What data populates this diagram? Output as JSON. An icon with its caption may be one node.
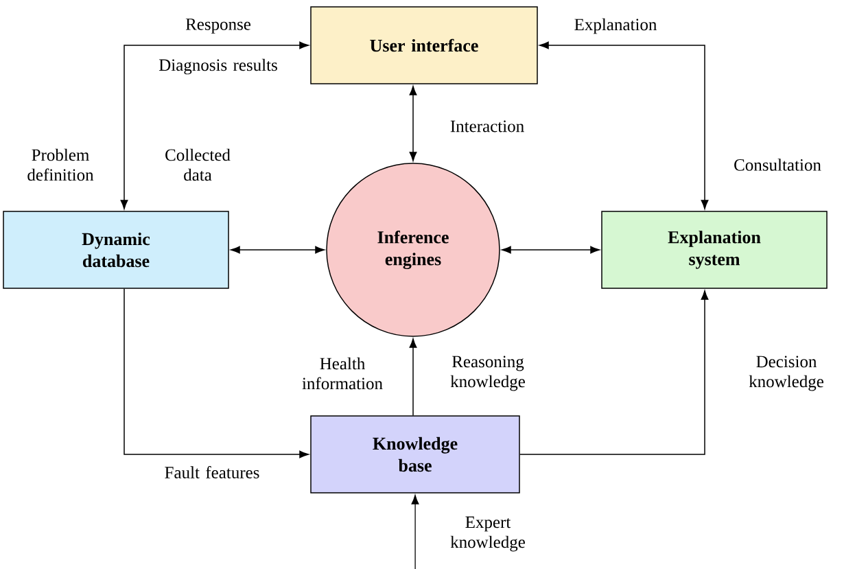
{
  "diagram": {
    "nodes": [
      {
        "text": [
          "User interface"
        ]
      },
      {
        "text": [
          "Dynamic database"
        ]
      },
      {
        "text": [
          "Inference engines"
        ]
      },
      {
        "text": [
          "Explanation system"
        ]
      },
      {
        "text": [
          "Knowledge base"
        ]
      }
    ],
    "edges": [
      {
        "from": 1,
        "to": 0,
        "arrow": "both"
      },
      {
        "from": 0,
        "to": 2,
        "arrow": "both"
      },
      {
        "from": 0,
        "to": 3,
        "arrow": "both"
      },
      {
        "from": 1,
        "to": 2,
        "arrow": "both"
      },
      {
        "from": 2,
        "to": 3,
        "arrow": "both"
      },
      {
        "from": 1,
        "to": 4,
        "arrow": "to"
      },
      {
        "from": 4,
        "to": 2,
        "arrow": "to"
      },
      {
        "from": 4,
        "to": 3,
        "arrow": "to"
      },
      {
        "from": null,
        "to": 4,
        "arrow": "to"
      }
    ],
    "labels": [
      "Response",
      "Explanation",
      "Diagnosis results",
      "Interaction",
      "Problem definition",
      "Collected data",
      "Consultation",
      "Health information",
      "Reasoning knowledge",
      "Decision knowledge",
      "Fault features",
      "Expert knowledge"
    ]
  }
}
